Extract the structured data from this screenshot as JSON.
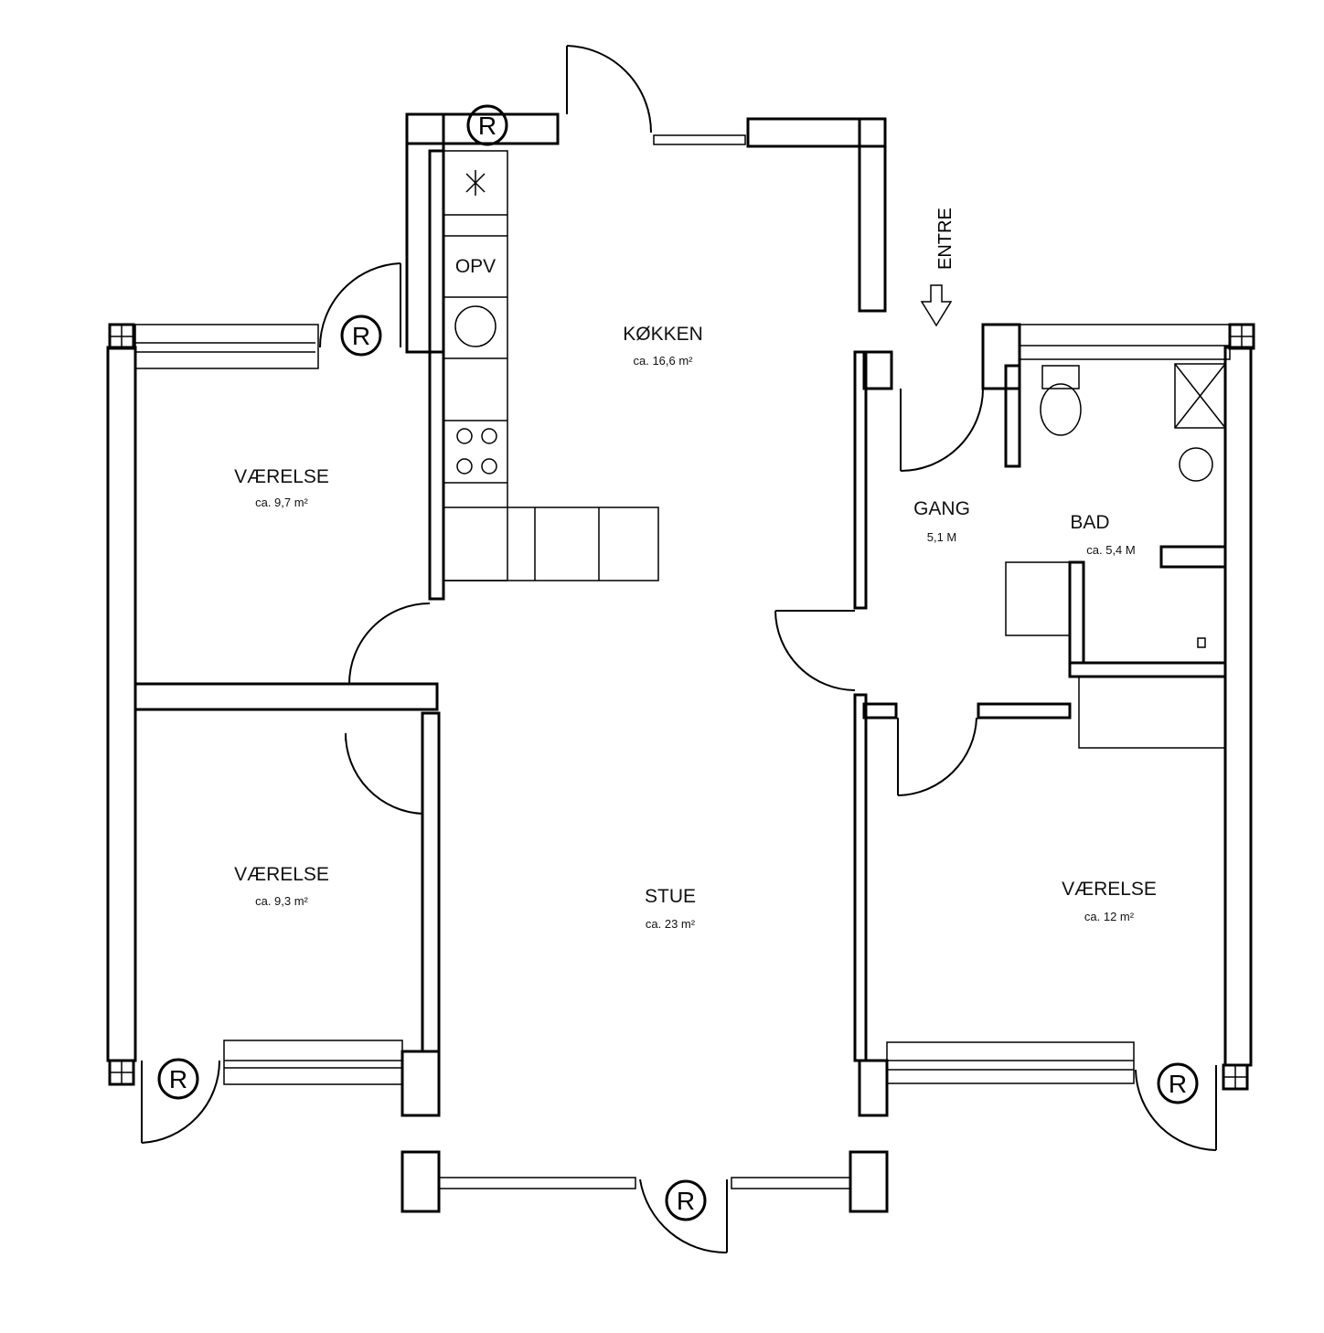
{
  "rooms": {
    "kitchen": {
      "name": "KØKKEN",
      "area": "ca. 16,6 m²"
    },
    "bedroom_top_left": {
      "name": "VÆRELSE",
      "area": "ca. 9,7 m²"
    },
    "bedroom_bottom_left": {
      "name": "VÆRELSE",
      "area": "ca. 9,3 m²"
    },
    "living": {
      "name": "STUE",
      "area": "ca. 23 m²"
    },
    "hall": {
      "name": "GANG",
      "area": "5,1  M"
    },
    "bath": {
      "name": "BAD",
      "area": "ca.  5,4  M"
    },
    "bedroom_right": {
      "name": "VÆRELSE",
      "area": "ca. 12 m²"
    }
  },
  "fixtures": {
    "kitchen_cabinet_label": "OPV"
  },
  "labels": {
    "entrance": "ENTRE",
    "window_marker": "R"
  }
}
